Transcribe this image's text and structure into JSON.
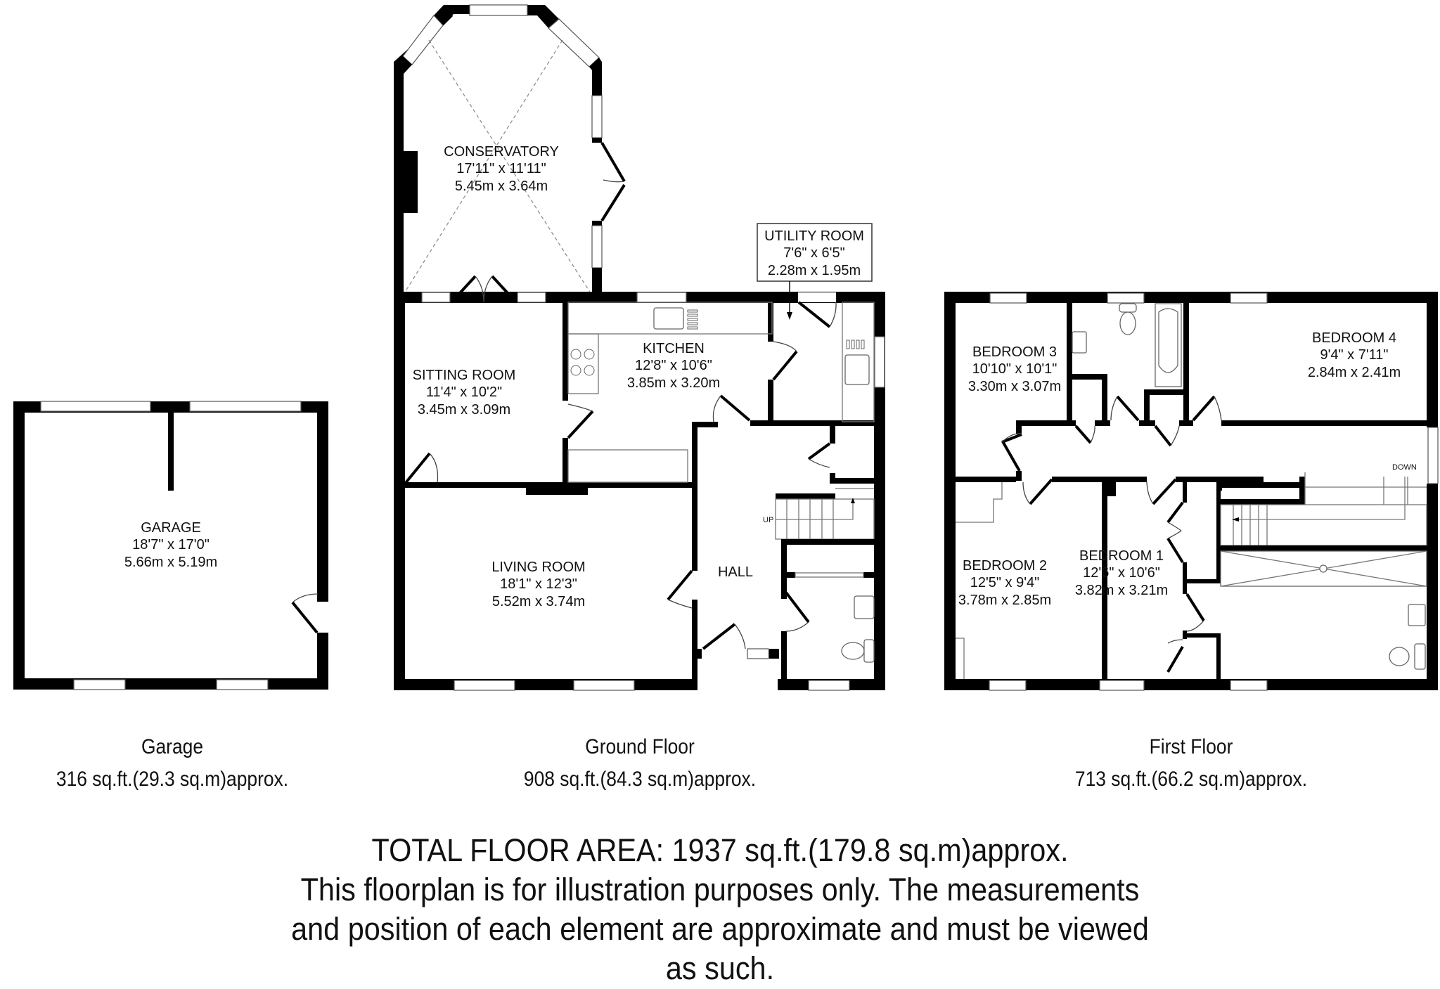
{
  "floors": {
    "garage": {
      "title": "Garage",
      "area": "316 sq.ft.(29.3 sq.m)approx.",
      "rooms": {
        "garage": {
          "name": "GARAGE",
          "imperial": "18'7\" x 17'0\"",
          "metric": "5.66m x 5.19m"
        }
      }
    },
    "ground": {
      "title": "Ground Floor",
      "area": "908 sq.ft.(84.3 sq.m)approx.",
      "rooms": {
        "conservatory": {
          "name": "CONSERVATORY",
          "imperial": "17'11\" x 11'11\"",
          "metric": "5.45m x 3.64m"
        },
        "utility": {
          "name": "UTILITY ROOM",
          "imperial": "7'6\" x 6'5\"",
          "metric": "2.28m x 1.95m"
        },
        "sitting": {
          "name": "SITTING ROOM",
          "imperial": "11'4\" x 10'2\"",
          "metric": "3.45m x 3.09m"
        },
        "kitchen": {
          "name": "KITCHEN",
          "imperial": "12'8\" x 10'6\"",
          "metric": "3.85m x 3.20m"
        },
        "living": {
          "name": "LIVING ROOM",
          "imperial": "18'1\" x 12'3\"",
          "metric": "5.52m x 3.74m"
        },
        "hall": {
          "name": "HALL"
        }
      },
      "stairs_label": "UP"
    },
    "first": {
      "title": "First Floor",
      "area": "713 sq.ft.(66.2 sq.m)approx.",
      "rooms": {
        "bedroom3": {
          "name": "BEDROOM 3",
          "imperial": "10'10\" x 10'1\"",
          "metric": "3.30m x 3.07m"
        },
        "bedroom4": {
          "name": "BEDROOM 4",
          "imperial": "9'4\" x 7'11\"",
          "metric": "2.84m x 2.41m"
        },
        "bedroom2": {
          "name": "BEDROOM 2",
          "imperial": "12'5\" x 9'4\"",
          "metric": "3.78m x 2.85m"
        },
        "bedroom1": {
          "name": "BEDROOM 1",
          "imperial": "12'6\" x 10'6\"",
          "metric": "3.82m x 3.21m"
        }
      },
      "stairs_label": "DOWN"
    }
  },
  "footer": {
    "total": "TOTAL FLOOR AREA: 1937 sq.ft.(179.8 sq.m)approx.",
    "disclaimer_lines": [
      "This floorplan is for illustration purposes only. The measurements",
      "and position of each element are approximate and must be viewed",
      "as such."
    ]
  }
}
